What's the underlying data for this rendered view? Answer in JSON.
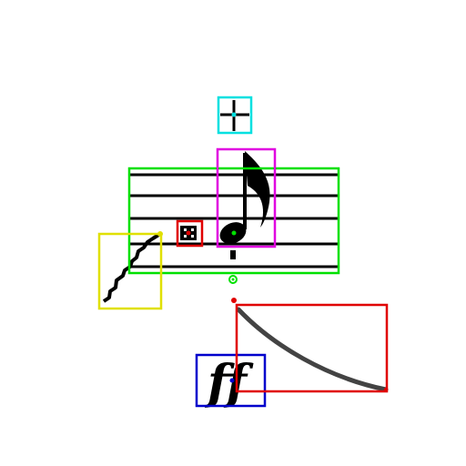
{
  "colors": {
    "background": "#ffffff",
    "ink": "#000000",
    "staff_box": "#00e000",
    "note_box": "#e000e0",
    "sharp_box": "#00e0e0",
    "accidental_box": "#e00000",
    "glissando_box": "#e0e000",
    "dynamic_box": "#0000cc",
    "slur_box": "#e00000"
  },
  "symbols": {
    "dynamic_mark": "ff"
  },
  "annotations": [
    {
      "name": "staff-box",
      "color_key": "staff_box"
    },
    {
      "name": "note-box",
      "color_key": "note_box"
    },
    {
      "name": "sharp-box",
      "color_key": "sharp_box"
    },
    {
      "name": "accidental-box",
      "color_key": "accidental_box"
    },
    {
      "name": "glissando-box",
      "color_key": "glissando_box"
    },
    {
      "name": "dynamic-box",
      "color_key": "dynamic_box"
    },
    {
      "name": "slur-box",
      "color_key": "slur_box"
    }
  ]
}
